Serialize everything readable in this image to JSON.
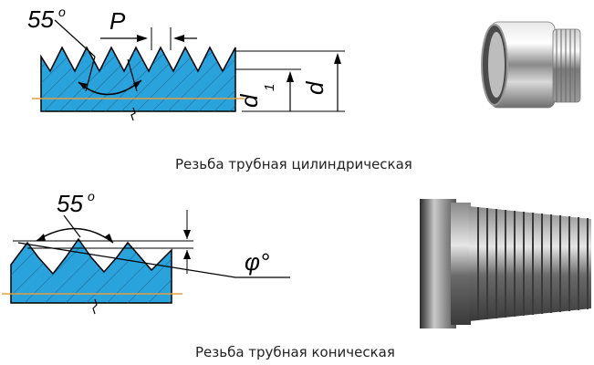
{
  "cylindrical": {
    "angle_label": "55",
    "pitch_label": "P",
    "inner_diameter_label": "d",
    "inner_diameter_sub": "1",
    "outer_diameter_label": "d",
    "caption": "Резьба трубная цилиндрическая"
  },
  "conical": {
    "angle_label": "55",
    "taper_angle_label": "φ°",
    "caption": "Резьба трубная коническая"
  },
  "colors": {
    "thread_fill": "#2aa3dc",
    "thread_hatch": "#1a5f86",
    "axis_line": "#e0a040"
  }
}
